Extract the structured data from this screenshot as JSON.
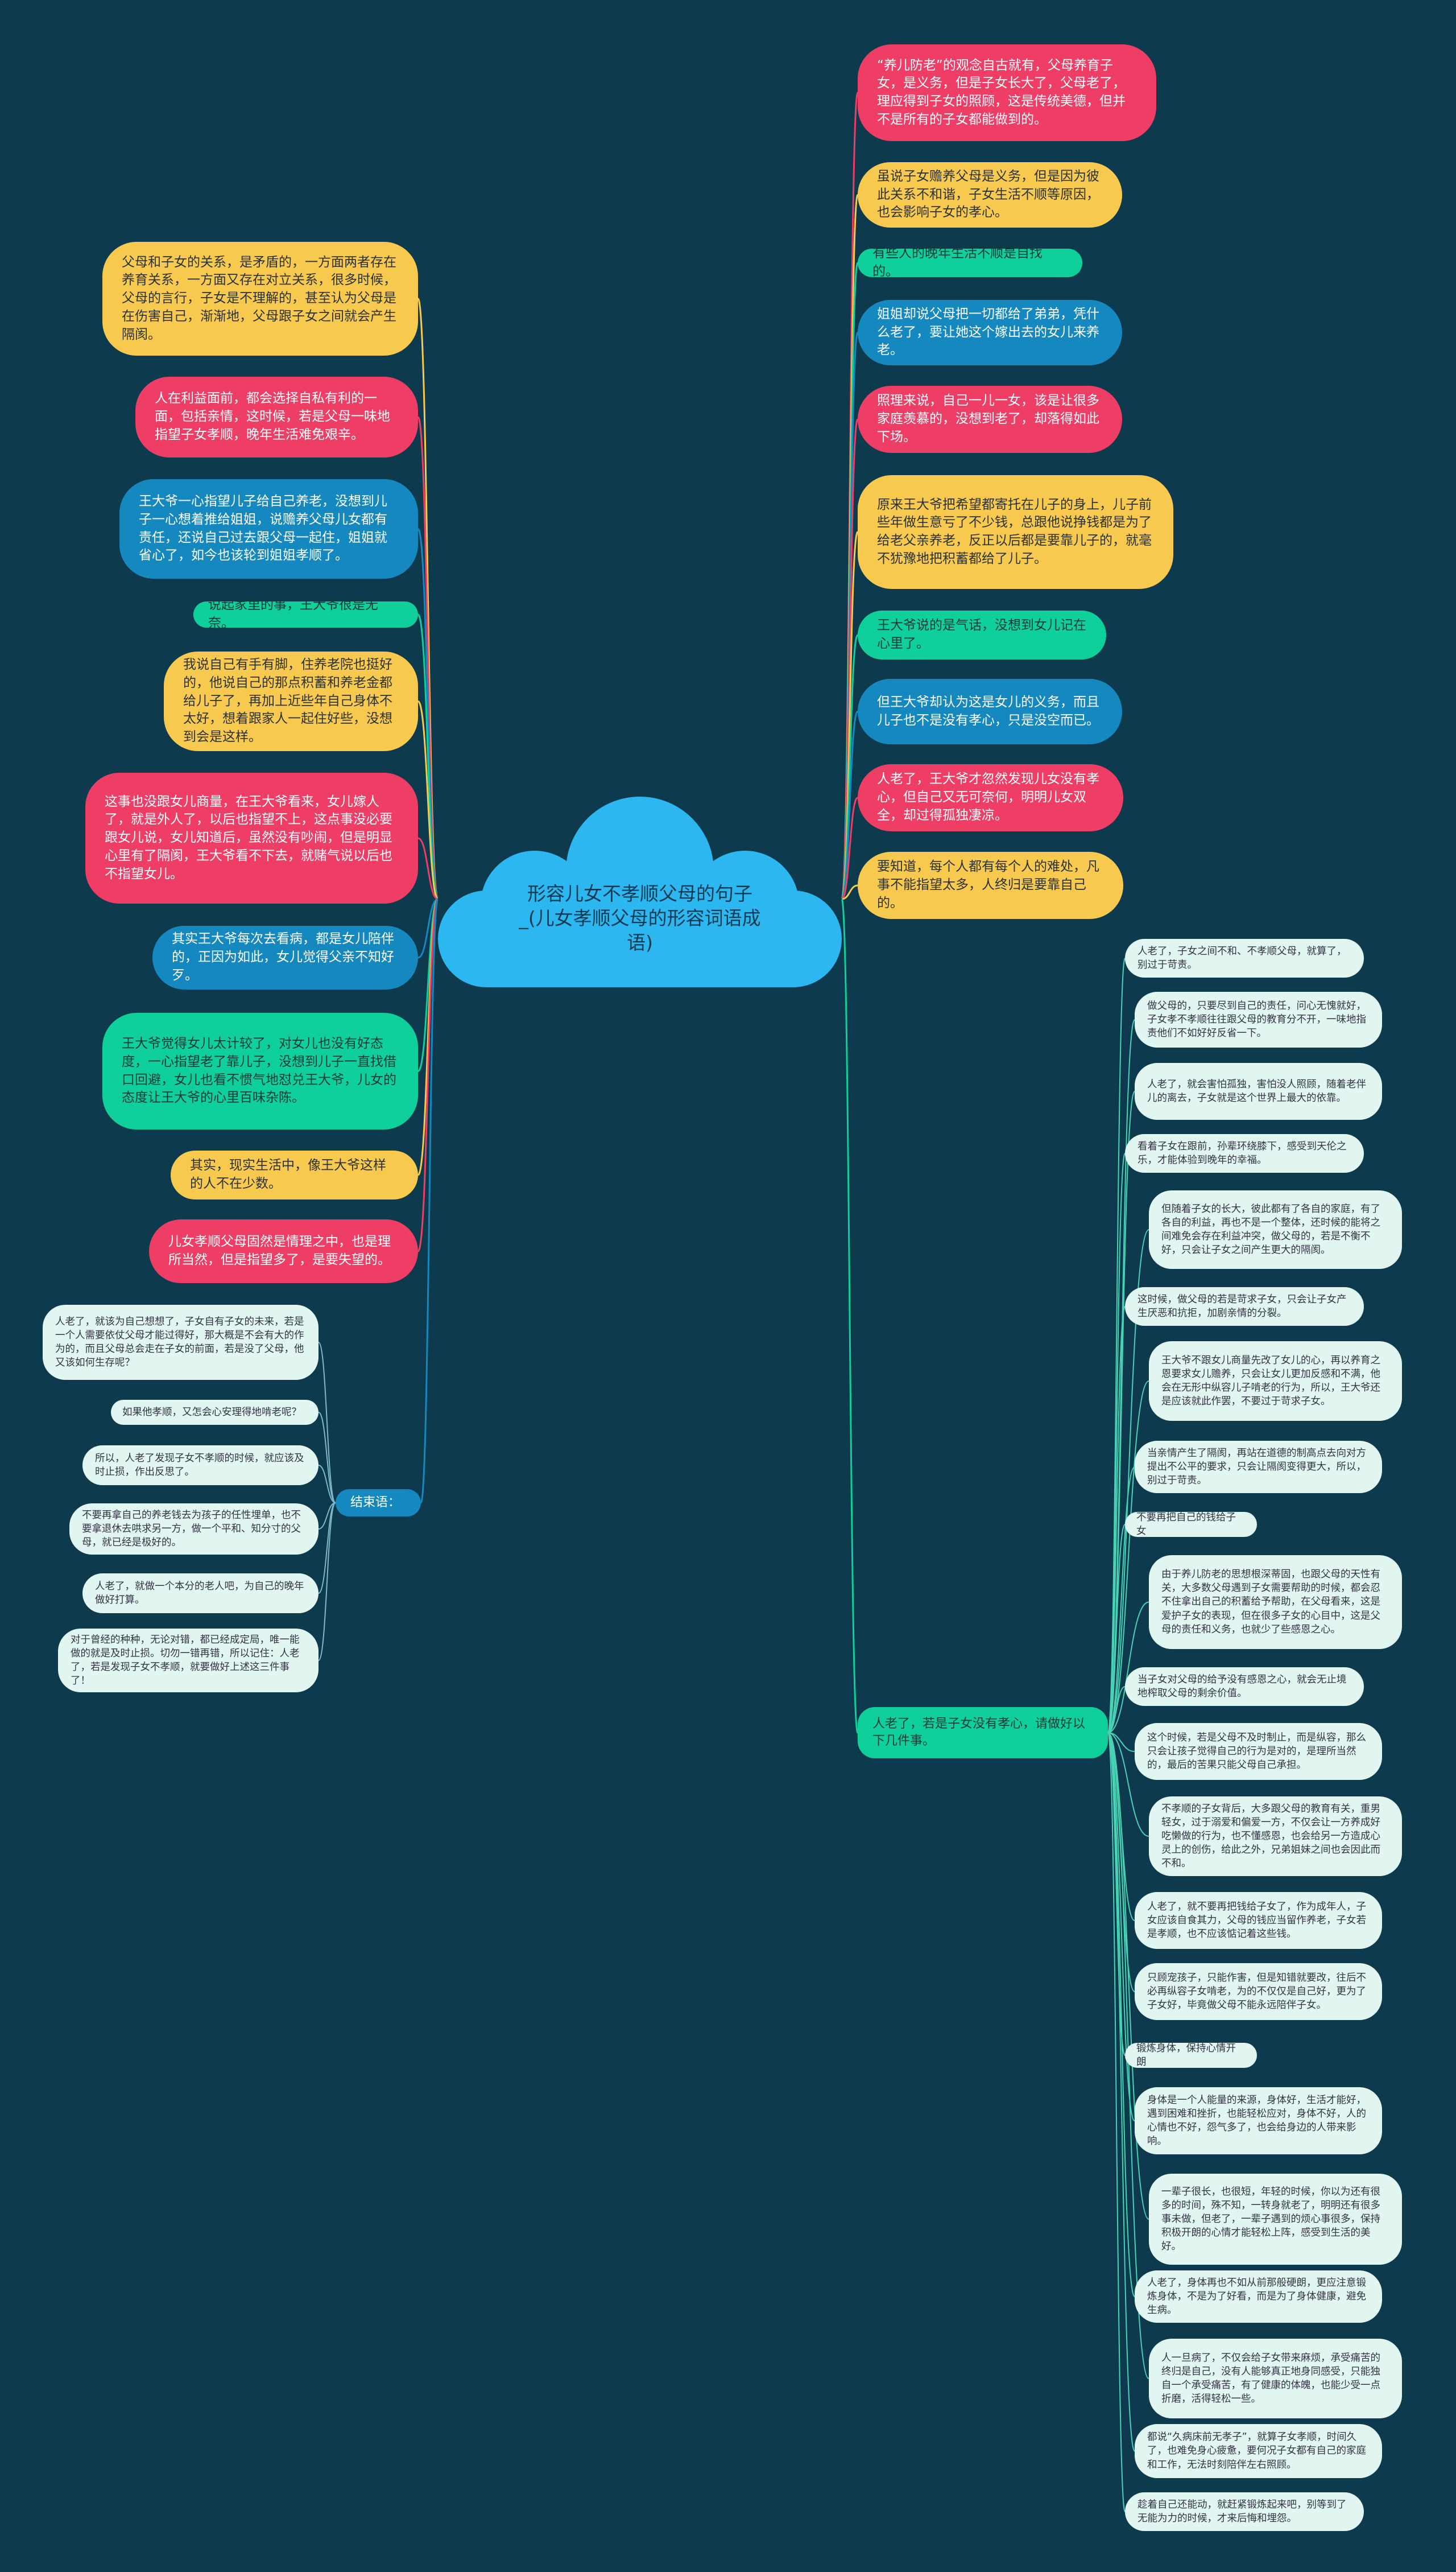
{
  "center": {
    "title": "形容儿女不孝顺父母的句子_(儿女孝顺父母的形容词语成语)",
    "color": "#2cb7f0"
  },
  "colors": {
    "background": "#0e3a4e",
    "yellow": "#f7c94e",
    "pink": "#ee3e66",
    "blue": "#1688c0",
    "green": "#0fd09a",
    "leaf": "#e1f5f1"
  },
  "left_branches": [
    "父母和子女的关系，是矛盾的，一方面两者存在养育关系，一方面又存在对立关系，很多时候，父母的言行，子女是不理解的，甚至认为父母是在伤害自己，渐渐地，父母跟子女之间就会产生隔阂。",
    "人在利益面前，都会选择自私有利的一面，包括亲情，这时候，若是父母一味地指望子女孝顺，晚年生活难免艰辛。",
    "王大爷一心指望儿子给自己养老，没想到儿子一心想着推给姐姐，说赡养父母儿女都有责任，还说自己过去跟父母一起住，姐姐就省心了，如今也该轮到姐姐孝顺了。",
    "说起家里的事，王大爷很是无奈。",
    "我说自己有手有脚，住养老院也挺好的，他说自己的那点积蓄和养老金都给儿子了，再加上近些年自己身体不太好，想着跟家人一起住好些，没想到会是这样。",
    "这事也没跟女儿商量，在王大爷看来，女儿嫁人了，就是外人了，以后也指望不上，这点事没必要跟女儿说，女儿知道后，虽然没有吵闹，但是明显心里有了隔阂，王大爷看不下去，就赌气说以后也不指望女儿。",
    "其实王大爷每次去看病，都是女儿陪伴的，正因为如此，女儿觉得父亲不知好歹。",
    "王大爷觉得女儿太计较了，对女儿也没有好态度，一心指望老了靠儿子，没想到儿子一直找借口回避，女儿也看不惯气地怼兑王大爷，儿女的态度让王大爷的心里百味杂陈。",
    "其实，现实生活中，像王大爷这样的人不在少数。",
    "儿女孝顺父母固然是情理之中，也是理所当然，但是指望多了，是要失望的。"
  ],
  "conclusion": {
    "label": "结束语：",
    "items": [
      "人老了，就该为自己想想了，子女自有子女的未来，若是一个人需要依仗父母才能过得好，那大概是不会有大的作为的，而且父母总会走在子女的前面，若是没了父母，他又该如何生存呢？",
      "如果他孝顺，又怎会心安理得地啃老呢？",
      "所以，人老了发现子女不孝顺的时候，就应该及时止损，作出反思了。",
      "不要再拿自己的养老钱去为孩子的任性埋单，也不要拿退休去哄求另一方，做一个平和、知分寸的父母，就已经是极好的。",
      "人老了，就做一个本分的老人吧，为自己的晚年做好打算。",
      "对于曾经的种种，无论对错，都已经成定局，唯一能做的就是及时止损。切勿一错再错，所以记住：人老了，若是发现子女不孝顺，就要做好上述这三件事了！"
    ]
  },
  "right_branches": [
    "“养儿防老”的观念自古就有，父母养育子女，是义务，但是子女长大了，父母老了，理应得到子女的照顾，这是传统美德，但并不是所有的子女都能做到的。",
    "虽说子女赡养父母是义务，但是因为彼此关系不和谐，子女生活不顺等原因，也会影响子女的孝心。",
    "有些人的晚年生活不顺是自找的。",
    "姐姐却说父母把一切都给了弟弟，凭什么老了，要让她这个嫁出去的女儿来养老。",
    "照理来说，自己一儿一女，该是让很多家庭羡慕的，没想到老了，却落得如此下场。",
    "原来王大爷把希望都寄托在儿子的身上，儿子前些年做生意亏了不少钱，总跟他说挣钱都是为了给老父亲养老，反正以后都是要靠儿子的，就毫不犹豫地把积蓄都给了儿子。",
    "王大爷说的是气话，没想到女儿记在心里了。",
    "但王大爷却认为这是女儿的义务，而且儿子也不是没有孝心，只是没空而已。",
    "人老了，王大爷才忽然发现儿女没有孝心，但自己又无可奈何，明明儿女双全，却过得孤独凄凉。",
    "要知道，每个人都有每个人的难处，凡事不能指望太多，人终归是要靠自己的。"
  ],
  "advice": {
    "label": "人老了，若是子女没有孝心，请做好以下几件事。",
    "items": [
      "人老了，子女之间不和、不孝顺父母，就算了，别过于苛责。",
      "做父母的，只要尽到自己的责任，问心无愧就好，子女孝不孝顺往往跟父母的教育分不开，一味地指责他们不如好好反省一下。",
      "人老了，就会害怕孤独，害怕没人照顾，随着老伴儿的离去，子女就是这个世界上最大的依靠。",
      "看着子女在跟前，孙辈环绕膝下，感受到天伦之乐，才能体验到晚年的幸福。",
      "但随着子女的长大，彼此都有了各自的家庭，有了各自的利益，再也不是一个整体，还时候的能将之间难免会存在利益冲突，做父母的，若是不衡不好，只会让子女之间产生更大的隔阂。",
      "这时候，做父母的若是苛求子女，只会让子女产生厌恶和抗拒，加剧亲情的分裂。",
      "王大爷不跟女儿商量先改了女儿的心，再以养育之恩要求女儿赡养，只会让女儿更加反感和不满，他会在无形中纵容儿子啃老的行为，所以，王大爷还是应该就此作罢，不要过于苛求子女。",
      "当亲情产生了隔阂，再站在道德的制高点去向对方提出不公平的要求，只会让隔阂变得更大，所以，别过于苛责。",
      "不要再把自己的钱给子女",
      "由于养儿防老的思想根深蒂固，也跟父母的天性有关，大多数父母遇到子女需要帮助的时候，都会忍不住拿出自己的积蓄给予帮助，在父母看来，这是爱护子女的表现，但在很多子女的心目中，这是父母的责任和义务，也就少了些感恩之心。",
      "当子女对父母的给予没有感恩之心，就会无止境地榨取父母的剩余价值。",
      "这个时候，若是父母不及时制止，而是纵容，那么只会让孩子觉得自己的行为是对的，是理所当然的，最后的苦果只能父母自己承担。",
      "不孝顺的子女背后，大多跟父母的教育有关，重男轻女，过于溺爱和偏爱一方，不仅会让一方养成好吃懒做的行为，也不懂感恩，也会给另一方造成心灵上的创伤，给此之外，兄弟姐妹之间也会因此而不和。",
      "人老了，就不要再把钱给子女了，作为成年人，子女应该自食其力，父母的钱应当留作养老，子女若是孝顺，也不应该惦记着这些钱。",
      "只顾宠孩子，只能作害，但是知错就要改，往后不必再纵容子女啃老，为的不仅仅是自己好，更为了子女好，毕竟做父母不能永远陪伴子女。",
      "锻炼身体，保持心情开朗",
      "身体是一个人能量的来源，身体好，生活才能好，遇到困难和挫折，也能轻松应对，身体不好，人的心情也不好，怨气多了，也会给身边的人带来影响。",
      "一辈子很长，也很短，年轻的时候，你以为还有很多的时间，殊不知，一转身就老了，明明还有很多事未做，但老了，一辈子遇到的烦心事很多，保持积极开朗的心情才能轻松上阵，感受到生活的美好。",
      "人老了，身体再也不如从前那般硬朗，更应注意锻炼身体，不是为了好看，而是为了身体健康，避免生病。",
      "人一旦病了，不仅会给子女带来麻烦，承受痛苦的终归是自己，没有人能够真正地身同感受，只能独自一个承受痛苦，有了健康的体魄，也能少受一点折磨，活得轻松一些。",
      "都说“久病床前无孝子”，就算子女孝顺，时间久了，也难免身心疲惫，要何况子女都有自己的家庭和工作，无法时刻陪伴左右照顾。",
      "趁着自己还能动，就赶紧锻炼起来吧，别等到了无能为力的时候，才来后悔和埋怨。"
    ]
  }
}
